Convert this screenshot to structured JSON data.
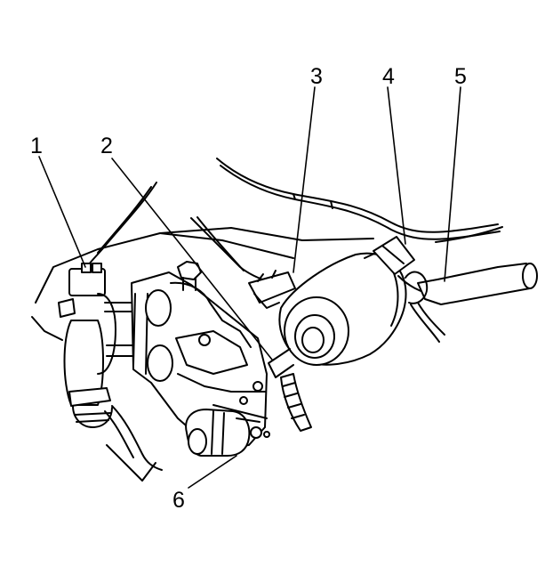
{
  "callouts": [
    {
      "label": "1"
    },
    {
      "label": "2"
    },
    {
      "label": "3"
    },
    {
      "label": "4"
    },
    {
      "label": "5"
    },
    {
      "label": "6"
    }
  ],
  "colors": {
    "ink": "#000000",
    "paper": "#ffffff"
  }
}
